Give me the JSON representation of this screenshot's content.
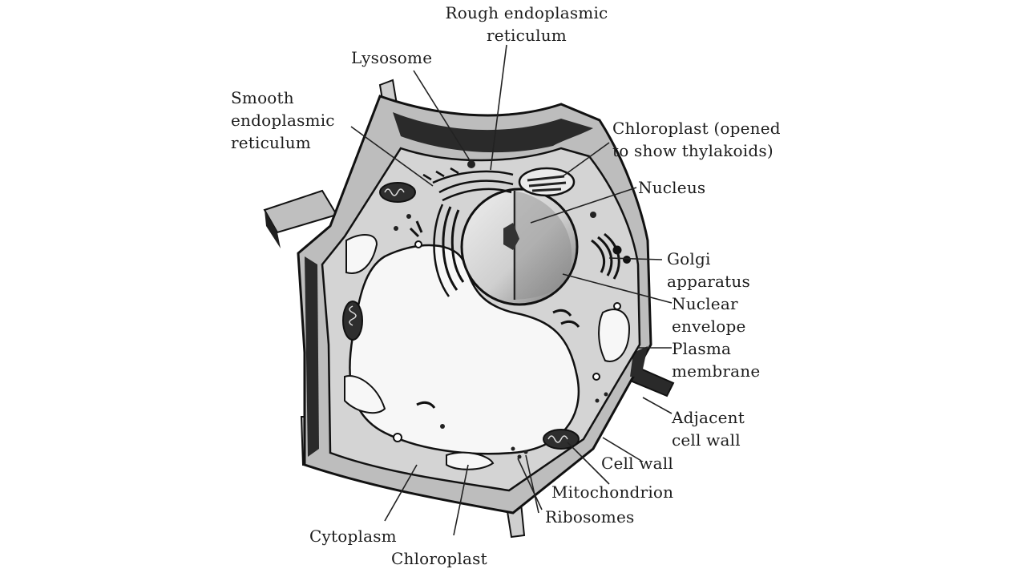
{
  "labels": {
    "rough_er": "Rough endoplasmic\nreticulum",
    "lysosome": "Lysosome",
    "smooth_er": "Smooth\nendoplasmic\nreticulum",
    "chloroplast_opened": "Chloroplast (opened\nto show thylakoids)",
    "nucleus": "Nucleus",
    "golgi": "Golgi\napparatus",
    "nuclear_envelope": "Nuclear\nenvelope",
    "plasma_membrane": "Plasma\nmembrane",
    "adjacent_cell_wall": "Adjacent\ncell wall",
    "cell_wall": "Cell wall",
    "mitochondrion": "Mitochondrion",
    "ribosomes": "Ribosomes",
    "cytoplasm": "Cytoplasm",
    "chloroplast": "Chloroplast"
  },
  "colors": {
    "wall_outer": "#b9b9b9",
    "wall_shadow": "#262626",
    "cytoplasm": "#d4d4d4",
    "vacuole": "#f7f7f7",
    "organelle_dark": "#2e2e2e",
    "leader": "#222222"
  }
}
